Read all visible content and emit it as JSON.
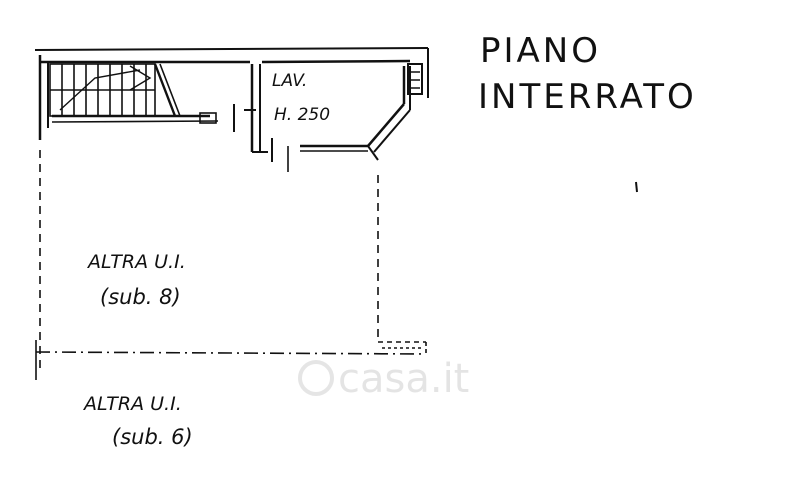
{
  "title": {
    "line1": "PIANO",
    "line2": "INTERRATO"
  },
  "rooms": {
    "lav_name": "LAV.",
    "lav_height": "H. 250"
  },
  "areas": {
    "upper_name": "ALTRA U.I.",
    "upper_sub": "(sub. 8)",
    "lower_name": "ALTRA U.I.",
    "lower_sub": "(sub. 6)"
  },
  "watermark": "casa.it",
  "colors": {
    "ink": "#111111",
    "paper": "#ffffff"
  }
}
